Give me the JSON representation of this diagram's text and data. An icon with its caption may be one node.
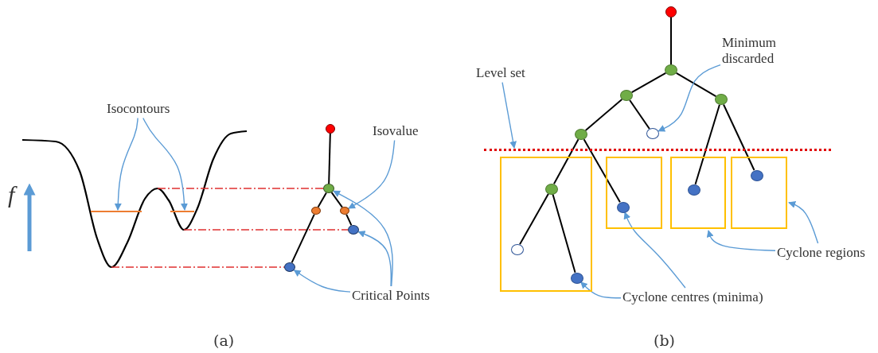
{
  "diagram": {
    "nodes": [
      {
        "text": [
          "Isocontours"
        ]
      },
      {
        "text": [
          "Isovalue"
        ]
      },
      {
        "text": [],
        "shape": "line"
      },
      {
        "text": [],
        "shape": "line"
      },
      {
        "text": [],
        "shape": "circle"
      },
      {
        "text": [],
        "shape": "circle"
      },
      {
        "text": [],
        "shape": "circle"
      },
      {
        "text": [],
        "shape": "circle"
      },
      {
        "text": [],
        "shape": "circle"
      },
      {
        "text": [],
        "shape": "circle"
      },
      {
        "text": [
          "Critical Points"
        ]
      },
      {
        "text": [],
        "shape": "circle"
      },
      {
        "text": [
          "Minimum discarded"
        ]
      },
      {
        "text": [],
        "shape": "circle"
      },
      {
        "text": [
          "Level set"
        ]
      },
      {
        "text": [],
        "shape": "circle"
      },
      {
        "text": [],
        "shape": "circle"
      },
      {
        "text": [],
        "shape": "circle"
      },
      {
        "text": [],
        "shape": "circle"
      },
      {
        "text": [],
        "shape": "line"
      },
      {
        "text": [],
        "shape": "box"
      },
      {
        "text": [],
        "shape": "circle",
        "in": 20
      },
      {
        "text": [],
        "shape": "circle",
        "in": 20
      },
      {
        "text": [],
        "shape": "circle",
        "in": 20
      },
      {
        "text": [],
        "shape": "box"
      },
      {
        "text": [],
        "shape": "circle",
        "in": 24
      },
      {
        "text": [],
        "shape": "box"
      },
      {
        "text": [],
        "shape": "circle",
        "in": 26
      },
      {
        "text": [],
        "shape": "box"
      },
      {
        "text": [],
        "shape": "circle",
        "in": 28
      },
      {
        "text": [
          "Cyclone regions"
        ]
      },
      {
        "text": [
          "Cyclone centres (minima)"
        ]
      }
    ],
    "edges": [
      {
        "from": 0,
        "to": 2,
        "arrow": "to",
        "color": "#5b9bd5"
      },
      {
        "from": 0,
        "to": 3,
        "arrow": "to",
        "color": "#5b9bd5"
      },
      {
        "from": 1,
        "to": 7,
        "arrow": "to",
        "color": "#5b9bd5"
      },
      {
        "from": 10,
        "to": 5,
        "arrow": "to",
        "color": "#5b9bd5"
      },
      {
        "from": 10,
        "to": 8,
        "arrow": "to",
        "color": "#5b9bd5"
      },
      {
        "from": 10,
        "to": 9,
        "arrow": "to",
        "color": "#5b9bd5"
      },
      {
        "from": 4,
        "to": 5,
        "arrow": "none"
      },
      {
        "from": 5,
        "to": 6,
        "arrow": "none"
      },
      {
        "from": 6,
        "to": 9,
        "arrow": "none"
      },
      {
        "from": 5,
        "to": 7,
        "arrow": "none"
      },
      {
        "from": 7,
        "to": 8,
        "arrow": "none"
      },
      {
        "from": 11,
        "to": 13,
        "arrow": "none"
      },
      {
        "from": 13,
        "to": 15,
        "arrow": "none"
      },
      {
        "from": 13,
        "to": 16,
        "arrow": "none"
      },
      {
        "from": 15,
        "to": 18,
        "arrow": "none"
      },
      {
        "from": 15,
        "to": 17,
        "arrow": "none"
      },
      {
        "from": 18,
        "to": 21,
        "arrow": "none"
      },
      {
        "from": 18,
        "to": 25,
        "arrow": "none"
      },
      {
        "from": 21,
        "to": 22,
        "arrow": "none"
      },
      {
        "from": 21,
        "to": 23,
        "arrow": "none"
      },
      {
        "from": 16,
        "to": 27,
        "arrow": "none"
      },
      {
        "from": 16,
        "to": 29,
        "arrow": "none"
      },
      {
        "from": 14,
        "to": 19,
        "arrow": "to",
        "color": "#5b9bd5"
      },
      {
        "from": 12,
        "to": 17,
        "arrow": "to",
        "color": "#5b9bd5"
      },
      {
        "from": 30,
        "to": 26,
        "arrow": "to",
        "color": "#5b9bd5"
      },
      {
        "from": 30,
        "to": 28,
        "arrow": "to",
        "color": "#5b9bd5"
      },
      {
        "from": 31,
        "to": 23,
        "arrow": "to",
        "color": "#5b9bd5"
      },
      {
        "from": 31,
        "to": 25,
        "arrow": "to",
        "color": "#5b9bd5"
      }
    ],
    "labels": [
      "f",
      "(a)",
      "(b)"
    ]
  }
}
